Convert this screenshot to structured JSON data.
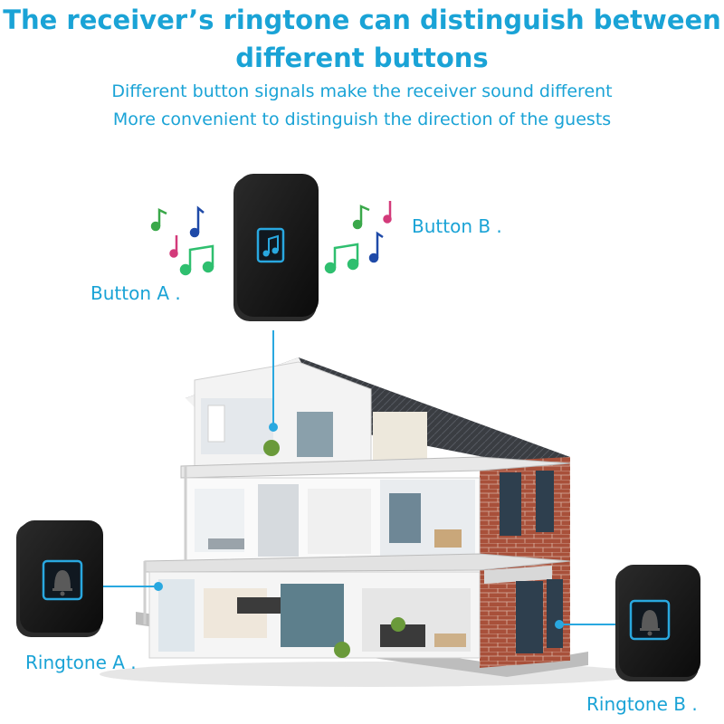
{
  "header": {
    "title_line1": "The receiver’s ringtone can distinguish between",
    "title_line2": "different buttons",
    "subtitle_line1": "Different button signals make the receiver sound different",
    "subtitle_line2": "More convenient to distinguish the direction of the guests"
  },
  "labels": {
    "button_a": "Button A .",
    "button_b": "Button B .",
    "ringtone_a": "Ringtone A .",
    "ringtone_b": "Ringtone B ."
  },
  "icons": {
    "receiver": "music-note-icon",
    "transmitter": "bell-icon",
    "notes": "music-note-icon"
  },
  "colors": {
    "accent": "#1aa3d6",
    "device": "#151515",
    "glow": "#29a8e0",
    "brick": "#a8503a"
  }
}
